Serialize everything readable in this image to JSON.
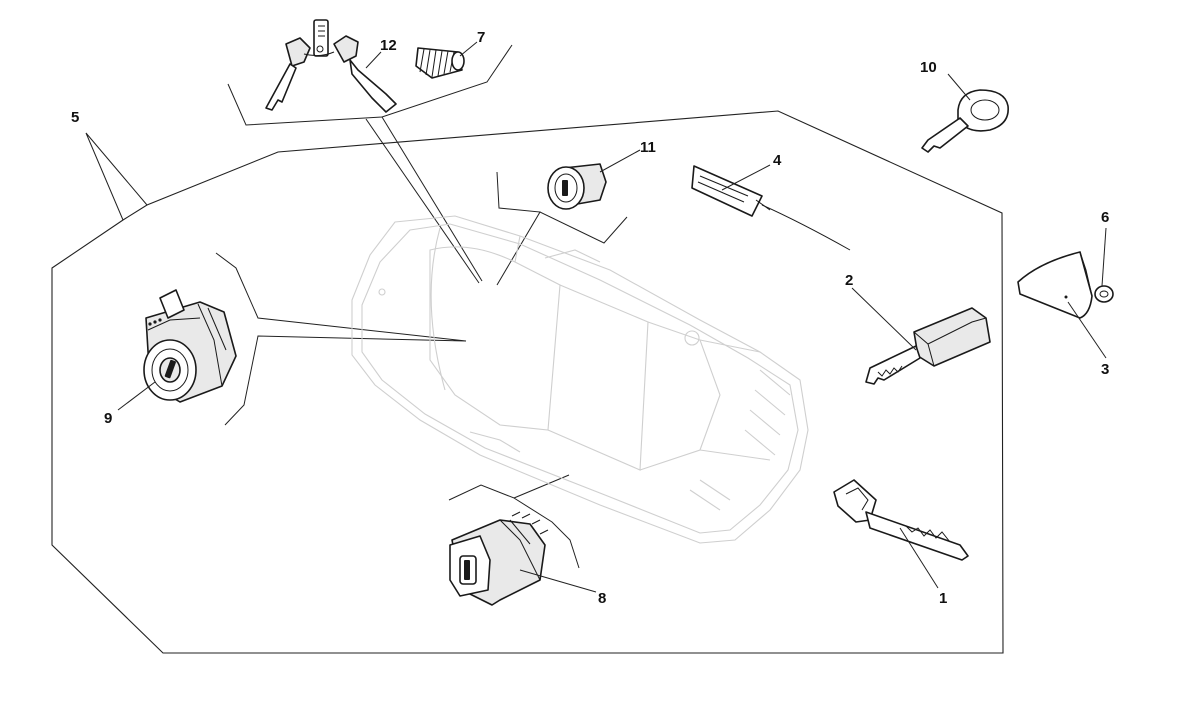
{
  "diagram": {
    "callouts": [
      "1",
      "2",
      "3",
      "4",
      "5",
      "6",
      "7",
      "8",
      "9",
      "10",
      "11",
      "12"
    ]
  }
}
